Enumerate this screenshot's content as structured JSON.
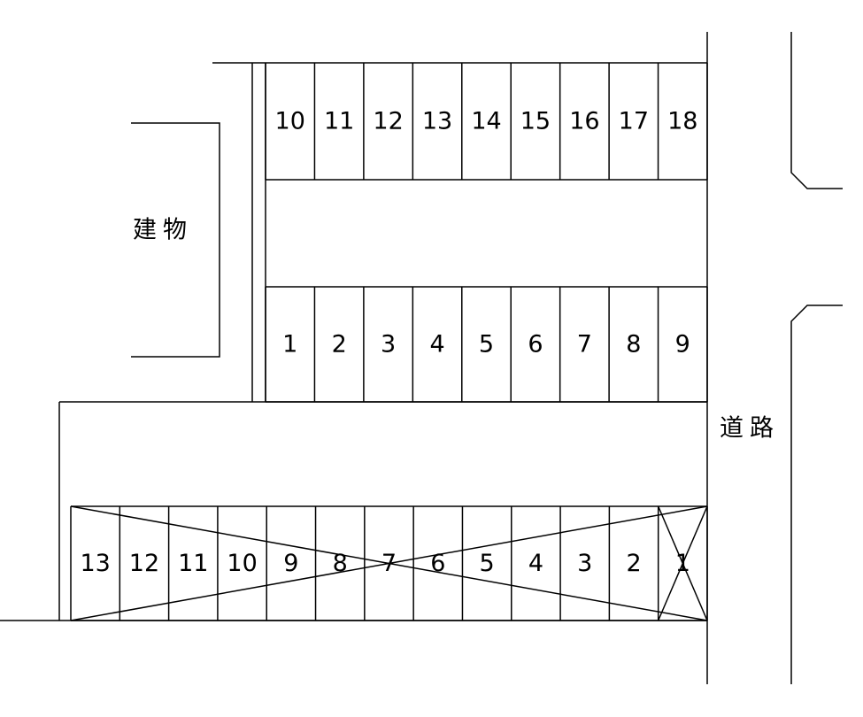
{
  "labels": {
    "building": "建物",
    "road": "道路"
  },
  "lots": {
    "top_row": [
      "10",
      "11",
      "12",
      "13",
      "14",
      "15",
      "16",
      "17",
      "18"
    ],
    "middle_row": [
      "1",
      "2",
      "3",
      "4",
      "5",
      "6",
      "7",
      "8",
      "9"
    ],
    "bottom_row": [
      "13",
      "12",
      "11",
      "10",
      "9",
      "8",
      "7",
      "6",
      "5",
      "4",
      "3",
      "2",
      "1"
    ]
  },
  "crossed_out": {
    "bottom_row_all": true,
    "bottom_row_stall_1": true
  }
}
